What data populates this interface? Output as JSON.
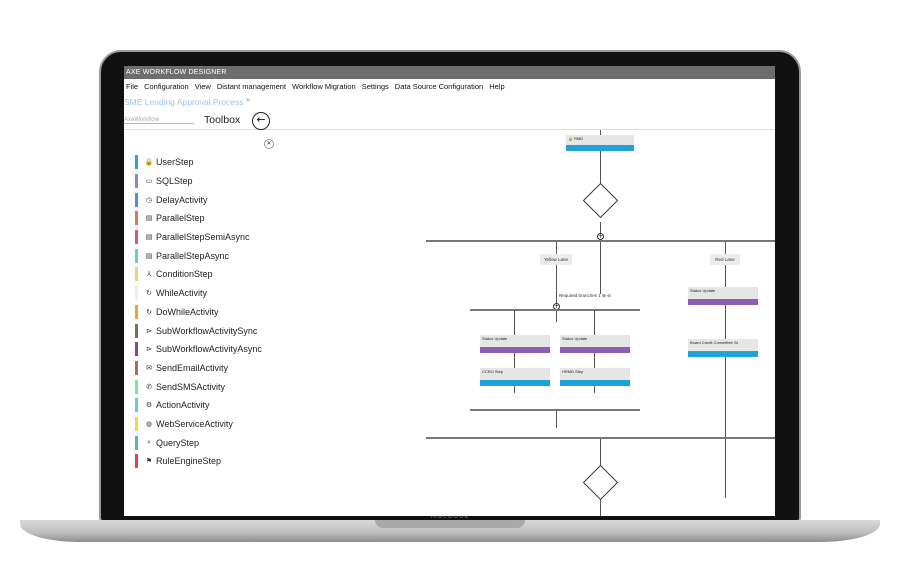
{
  "window": {
    "title": "AXE WORKFLOW DESIGNER"
  },
  "menu": [
    "File",
    "Configuration",
    "View",
    "Distant management",
    "Workflow Migration",
    "Settings",
    "Data Source Configuration",
    "Help"
  ],
  "document": {
    "tab_title": "SME Lending Approval Process",
    "sub_tab": "AxeWorkflow"
  },
  "toolbox": {
    "title": "Toolbox",
    "items": [
      {
        "label": "UserStep",
        "color": "#2ea3d5",
        "icon": "lock-icon"
      },
      {
        "label": "SQLStep",
        "color": "#9b7fd1",
        "icon": "database-icon"
      },
      {
        "label": "DelayActivity",
        "color": "#5b8bd9",
        "icon": "clock-icon"
      },
      {
        "label": "ParallelStep",
        "color": "#e8735a",
        "icon": "parallel-icon"
      },
      {
        "label": "ParallelStepSemiAsync",
        "color": "#e0557a",
        "icon": "parallel-icon"
      },
      {
        "label": "ParallelStepAsync",
        "color": "#6bd4a8",
        "icon": "parallel-icon"
      },
      {
        "label": "ConditionStep",
        "color": "#f2d36b",
        "icon": "branch-icon"
      },
      {
        "label": "WhileActivity",
        "color": "#e9eef2",
        "icon": "loop-icon"
      },
      {
        "label": "DoWhileActivity",
        "color": "#f0a23a",
        "icon": "loop-icon"
      },
      {
        "label": "SubWorkflowActivitySync",
        "color": "#6b7d47",
        "icon": "subflow-icon"
      },
      {
        "label": "SubWorkflowActivityAsync",
        "color": "#8f3fa3",
        "icon": "subflow-icon"
      },
      {
        "label": "SendEmailActivity",
        "color": "#a86d5a",
        "icon": "email-icon"
      },
      {
        "label": "SendSMSActivity",
        "color": "#7fe0a8",
        "icon": "sms-icon"
      },
      {
        "label": "ActionActivity",
        "color": "#6fc7c9",
        "icon": "gear-icon"
      },
      {
        "label": "WebServiceActivity",
        "color": "#e6e03c",
        "icon": "globe-icon"
      },
      {
        "label": "QueryStep",
        "color": "#4bbfb0",
        "icon": "query-icon"
      },
      {
        "label": "RuleEngineStep",
        "color": "#d64848",
        "icon": "rule-icon"
      }
    ]
  },
  "workflow": {
    "top_node": "RMD",
    "lanes": [
      "Yellow Lane",
      "Red Lane"
    ],
    "required_branches_label": "Required branches",
    "required_branches_value": "1",
    "yellow_nodes": [
      "Status Update",
      "Status Update",
      "CCRO Step",
      "HRMD Step"
    ],
    "red_nodes": [
      "Status Update",
      "Board Credit Committee St"
    ],
    "colors": {
      "purple": "#8b5fb5",
      "blue": "#1ea3d4"
    }
  },
  "laptop": {
    "brand": "MacBook"
  }
}
